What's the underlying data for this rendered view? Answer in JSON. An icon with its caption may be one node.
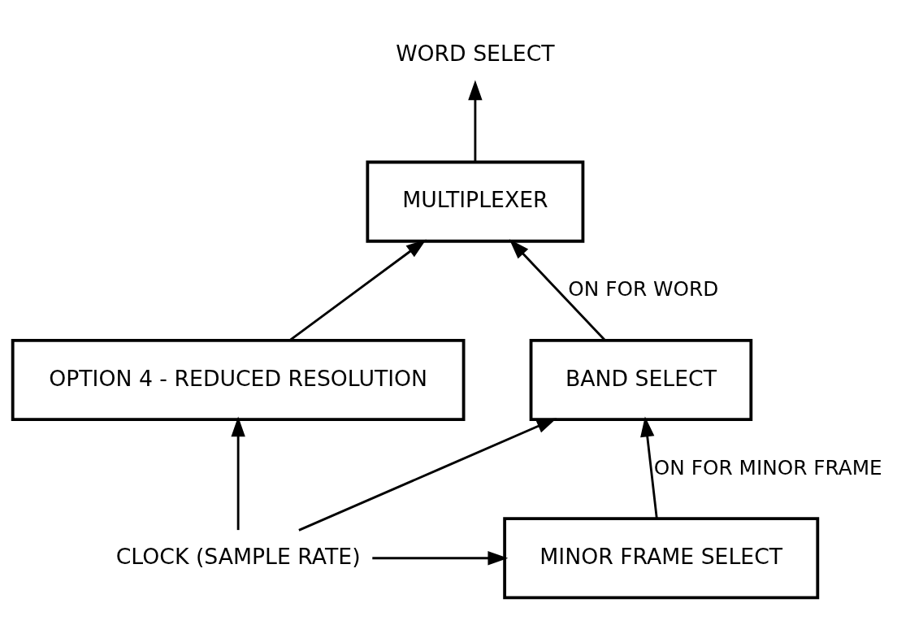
{
  "diagram": {
    "nodes": [
      {
        "text": [
          "MULTIPLEXER"
        ]
      },
      {
        "text": [
          "BAND SELECT"
        ]
      },
      {
        "text": [
          "OPTION 4 - REDUCED RESOLUTION"
        ]
      },
      {
        "text": [
          "MINOR FRAME SELECT"
        ]
      },
      {
        "text": [
          "WORD SELECT"
        ]
      },
      {
        "text": [
          "CLOCK (SAMPLE RATE)"
        ]
      }
    ],
    "edges": [
      {
        "from": 0,
        "to": 4,
        "arrow": "to"
      },
      {
        "from": 1,
        "to": 0,
        "arrow": "to",
        "label": "ON FOR WORD"
      },
      {
        "from": 2,
        "to": 0,
        "arrow": "to"
      },
      {
        "from": 3,
        "to": 1,
        "arrow": "to",
        "label": "ON FOR MINOR FRAME"
      },
      {
        "from": 5,
        "to": 3,
        "arrow": "to"
      },
      {
        "from": 5,
        "to": 1,
        "arrow": "to"
      },
      {
        "from": 5,
        "to": 2,
        "arrow": "to"
      }
    ]
  }
}
